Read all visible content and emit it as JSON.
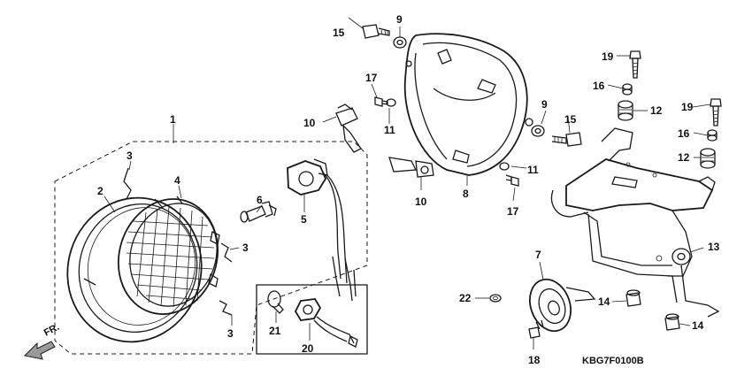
{
  "diagram": {
    "callouts": {
      "c1": "1",
      "c2": "2",
      "c3a": "3",
      "c3b": "3",
      "c3c": "3",
      "c4": "4",
      "c5": "5",
      "c6": "6",
      "c7": "7",
      "c8": "8",
      "c9a": "9",
      "c9b": "9",
      "c10a": "10",
      "c10b": "10",
      "c11a": "11",
      "c11b": "11",
      "c12a": "12",
      "c12b": "12",
      "c13": "13",
      "c14a": "14",
      "c14b": "14",
      "c15a": "15",
      "c15b": "15",
      "c16a": "16",
      "c16b": "16",
      "c17a": "17",
      "c17b": "17",
      "c18": "18",
      "c19a": "19",
      "c19b": "19",
      "c20": "20",
      "c21": "21",
      "c22": "22"
    },
    "direction_label": "FR.",
    "diagram_code": "KBG7F0100B"
  }
}
